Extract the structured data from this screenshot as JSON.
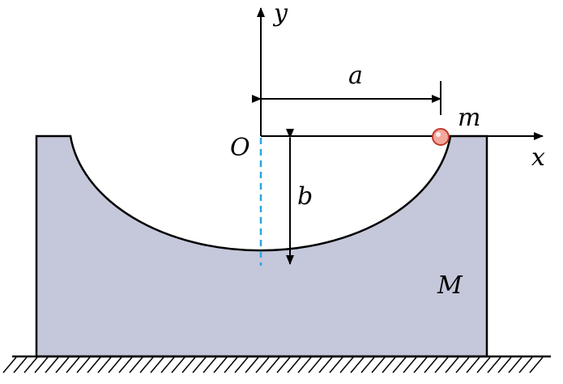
{
  "figure": {
    "labels": {
      "y_axis": "y",
      "x_axis": "x",
      "origin": "O",
      "dim_a": "a",
      "dim_b": "b",
      "small_mass": "m",
      "big_mass": "M"
    },
    "colors": {
      "block_fill": "#c5c7da",
      "outline": "#000000",
      "dashed_line": "#2aa7e0",
      "ball_fill": "#f2a99c",
      "ball_stroke": "#c0392b",
      "ground_hatch": "#000000"
    }
  }
}
